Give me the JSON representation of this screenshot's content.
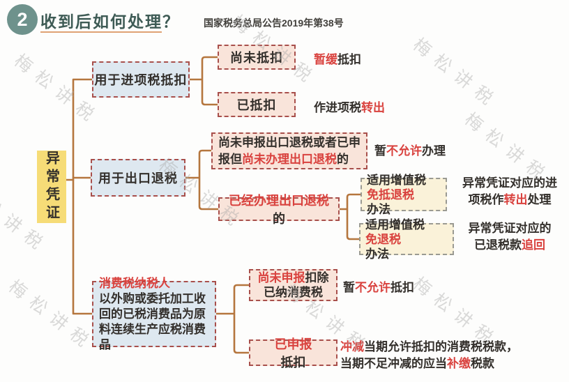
{
  "header": {
    "badge": "2",
    "title": "收到后如何处理？",
    "notice": "国家税务总局公告2019年第38号"
  },
  "watermark": {
    "text": "梅松讲税"
  },
  "colors": {
    "connector_line": "#b5763e",
    "dashed_border_red": "#a84f4b",
    "dashed_border_gray": "#9a9a92",
    "box_blue": "#dee8f0",
    "box_pink": "#f9e4da",
    "box_cream": "#faf2d9",
    "root_yellow": "#f6dc77",
    "red_text": "#d9423e",
    "dark_text": "#332f2b",
    "title_teal": "#3e5b55",
    "circle_teal": "#6e928c",
    "underline_orange": "#dfa273"
  },
  "tree": {
    "root": "异常凭证",
    "b1": {
      "label": [
        {
          "t": "用于进项税抵扣"
        }
      ],
      "c1a": {
        "box": [
          {
            "t": "尚未抵扣"
          }
        ],
        "note": [
          {
            "t": "暂缓",
            "red": true
          },
          {
            "t": "抵扣"
          }
        ]
      },
      "c1b": {
        "box": [
          {
            "t": "已抵扣"
          }
        ],
        "note": [
          {
            "t": "作进项税"
          },
          {
            "t": "转出",
            "red": true
          }
        ]
      }
    },
    "b2": {
      "label": [
        {
          "t": "用于出口退税"
        }
      ],
      "c2a": {
        "box_line1": [
          {
            "t": "尚未申报出口退税或者已申"
          }
        ],
        "box_line2": [
          {
            "t": "报但"
          },
          {
            "t": "尚未办理出口退税",
            "red": true
          },
          {
            "t": "的"
          }
        ],
        "note": [
          {
            "t": "暂"
          },
          {
            "t": "不允许",
            "red": true
          },
          {
            "t": "办理"
          }
        ]
      },
      "c2b": {
        "box": [
          {
            "t": "已经办理出口退税",
            "red": true
          },
          {
            "t": "的"
          }
        ],
        "g1": {
          "box": [
            {
              "t": "适用增值税"
            },
            {
              "t": "免抵退税",
              "red": true
            },
            {
              "t": "办法"
            }
          ],
          "note_line1": [
            {
              "t": "异常凭证对应的进"
            }
          ],
          "note_line2": [
            {
              "t": "项税作"
            },
            {
              "t": "转出",
              "red": true
            },
            {
              "t": "处理"
            }
          ]
        },
        "g2": {
          "box": [
            {
              "t": "适用增值税"
            },
            {
              "t": "免退税",
              "red": true
            },
            {
              "t": "办法"
            }
          ],
          "note_line1": [
            {
              "t": "异常凭证对应的"
            }
          ],
          "note_line2": [
            {
              "t": "已退税款"
            },
            {
              "t": "追回",
              "red": true
            }
          ]
        }
      }
    },
    "b3": {
      "label": [
        {
          "t": "消费税纳税人",
          "red": true
        },
        {
          "t": "以外购或委托加工收回的已税消费品为原料连续生产应税消费品"
        }
      ],
      "c3a": {
        "box_line1": [
          {
            "t": "尚未申报",
            "red": true
          },
          {
            "t": "扣除"
          }
        ],
        "box_line2": [
          {
            "t": "已纳消费税"
          }
        ],
        "note": [
          {
            "t": "暂"
          },
          {
            "t": "不允许",
            "red": true
          },
          {
            "t": "抵扣"
          }
        ]
      },
      "c3b": {
        "box": [
          {
            "t": "已申报",
            "red": true
          },
          {
            "t": "抵扣"
          }
        ],
        "note_line1": [
          {
            "t": "冲减",
            "red": true
          },
          {
            "t": "当期允许抵扣的消费税税款，"
          }
        ],
        "note_line2": [
          {
            "t": "当期不足冲减的应当"
          },
          {
            "t": "补缴",
            "red": true
          },
          {
            "t": "税款"
          }
        ]
      }
    }
  }
}
